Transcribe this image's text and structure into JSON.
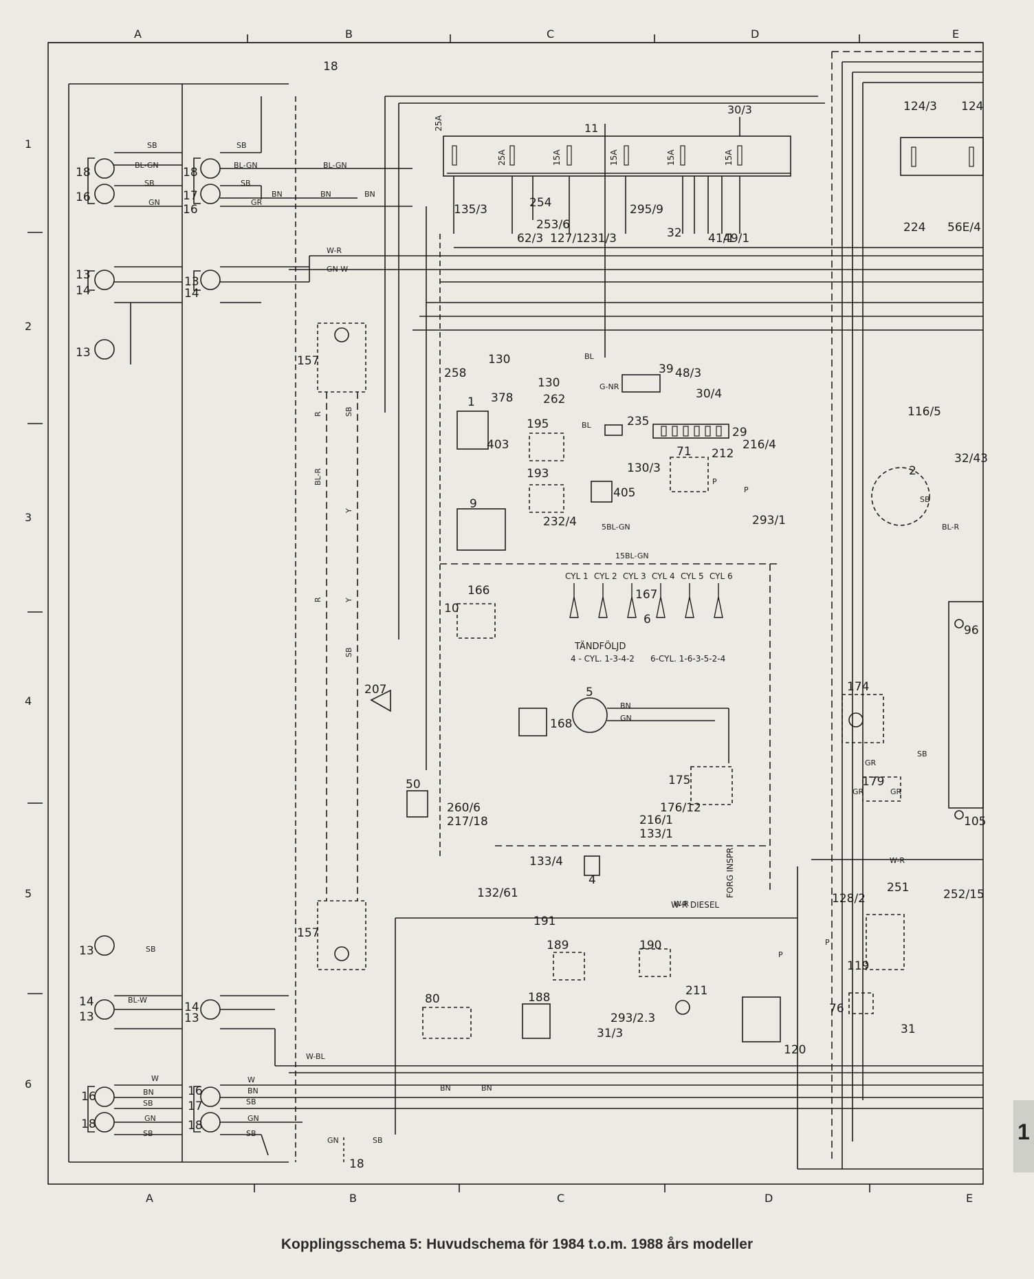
{
  "grid": {
    "columns": [
      "A",
      "B",
      "C",
      "D",
      "E"
    ],
    "rows": [
      "1",
      "2",
      "3",
      "4",
      "5",
      "6"
    ]
  },
  "caption": "Kopplingsschema 5: Huvudschema för 1984 t.o.m. 1988 års  modeller",
  "page_tab": "1",
  "fuse_box": {
    "id": "11",
    "ref": "30/3",
    "fuses": [
      "25A",
      "25A",
      "15A",
      "15A",
      "15A",
      "15A"
    ]
  },
  "firing_order": {
    "title": "TÄNDFÖLJD",
    "four_cyl": "4 - CYL. 1-3-4-2",
    "six_cyl": "6-CYL. 1-6-3-5-2-4",
    "cylinders": [
      "CYL 1",
      "CYL 2",
      "CYL 3",
      "CYL 4",
      "CYL 5",
      "CYL 6"
    ]
  },
  "wire_colors": [
    "SB",
    "BL-GN",
    "GN",
    "BN",
    "GR",
    "W",
    "R",
    "Y",
    "BL",
    "P",
    "BL-R",
    "W-R",
    "GN-W",
    "G-NR",
    "BL-W",
    "W-BL",
    "5BL-GN",
    "15BL-GN"
  ],
  "labels": {
    "c18a": "18",
    "c18b": "18",
    "c16a": "16",
    "c17": "17",
    "c16b": "16",
    "c13a": "13",
    "c14a": "14",
    "c13b": "13",
    "c14b": "14",
    "c13c": "13",
    "c157a": "157",
    "c157b": "157",
    "c258": "258",
    "c130a": "130",
    "c378": "378",
    "c130b": "130",
    "c262": "262",
    "c39": "39",
    "c48": "48/3",
    "c1": "1",
    "c195": "195",
    "c235": "235",
    "c29": "29",
    "c212": "212",
    "c216a": "216/4",
    "c116": "116/5",
    "c2": "2",
    "c403": "403",
    "c193": "193",
    "c405": "405",
    "c71": "71",
    "c232": "232/4",
    "c9": "9",
    "c293a": "293/1",
    "c166": "166",
    "c10": "10",
    "c167": "167",
    "c6": "6",
    "c5": "5",
    "c168": "168",
    "c174": "174",
    "c179": "179",
    "c175": "175",
    "c207": "207",
    "c50": "50",
    "c260": "260/6",
    "c217": "217/18",
    "c132": "132/61",
    "c176": "176/12",
    "c216b": "216/1",
    "c133a": "133/1",
    "c133b": "133/4",
    "c4": "4",
    "c191": "191",
    "c189": "189",
    "c190": "190",
    "c211": "211",
    "c293b": "293/2.3",
    "c31a": "31/3",
    "c80": "80",
    "c188": "188",
    "c120": "120",
    "c251": "251",
    "c128": "128/2",
    "c119": "119",
    "c76": "76",
    "c31b": "31",
    "c96": "96",
    "c105": "105",
    "c252": "252/15",
    "c124a": "124/3",
    "c124b": "124",
    "c224": "224",
    "c56": "56E/4",
    "c32a": "32",
    "c32b": "32/43",
    "c135": "135/3",
    "c62": "62/3",
    "c127": "127/1",
    "c231": "231/3",
    "c253": "253/6",
    "c254": "254",
    "c295": "295/9",
    "c41": "41/1",
    "c49": "49/1",
    "c30d": "30/4",
    "c130c": "130/3",
    "cdiesel": "W-R DIESEL",
    "cforg": "FORG INSPR"
  }
}
